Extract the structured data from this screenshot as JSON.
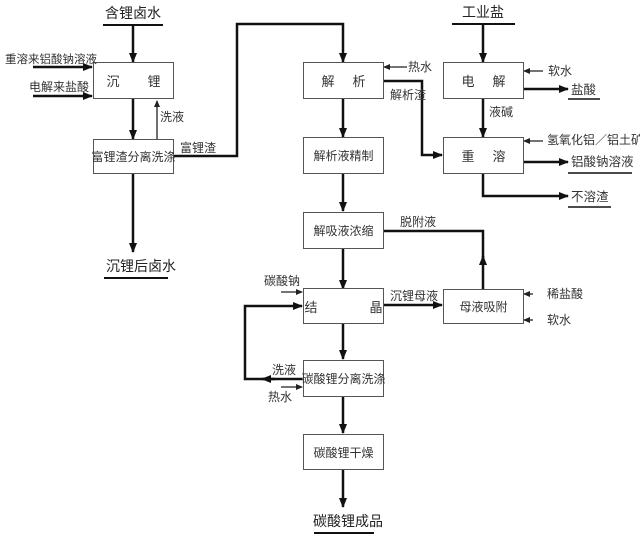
{
  "inputs": {
    "lithium_brine": "含锂卤水",
    "industrial_salt": "工业盐"
  },
  "process_boxes": {
    "lithium_precipitation": [
      "沉",
      "锂"
    ],
    "rich_slag_wash": "富锂渣分离洗涤",
    "desorption": [
      "解",
      "析"
    ],
    "desorption_refine": "解析液精制",
    "desorption_concentrate": "解吸液浓缩",
    "crystallization": [
      "结",
      "晶"
    ],
    "mother_liquor_adsorption": "母液吸附",
    "carbonate_wash": "碳酸锂分离洗涤",
    "carbonate_dry": "碳酸锂干燥",
    "electrolysis": [
      "电",
      "解"
    ],
    "redissolve": [
      "重",
      "溶"
    ]
  },
  "flow_labels": {
    "sodium_aluminate_from_redissolve": "重溶来铝酸钠溶液",
    "hcl_from_electrolysis": "电解来盐酸",
    "wash_liquor_1": "洗液",
    "rich_lithium_slag": "富锂渣",
    "hot_water_1": "热水",
    "desorption_slag": "解析渣",
    "liquid_caustic": "液碱",
    "soft_water_1": "软水",
    "aluminum_hydroxide_bauxite": "氢氧化铝／铝土矿",
    "desorbed_liquid": "脱附液",
    "sodium_carbonate": "碳酸钠",
    "lithium_mother_liquor": "沉锂母液",
    "dilute_hcl": "稀盐酸",
    "soft_water_2": "软水",
    "wash_liquor_2": "洗液",
    "hot_water_2": "热水"
  },
  "outputs": {
    "brine_after_precipitation": "沉锂后卤水",
    "hydrochloric_acid": "盐酸",
    "sodium_aluminate_solution": "铝酸钠溶液",
    "insoluble_residue": "不溶渣",
    "lithium_carbonate_product": "碳酸锂成品"
  }
}
